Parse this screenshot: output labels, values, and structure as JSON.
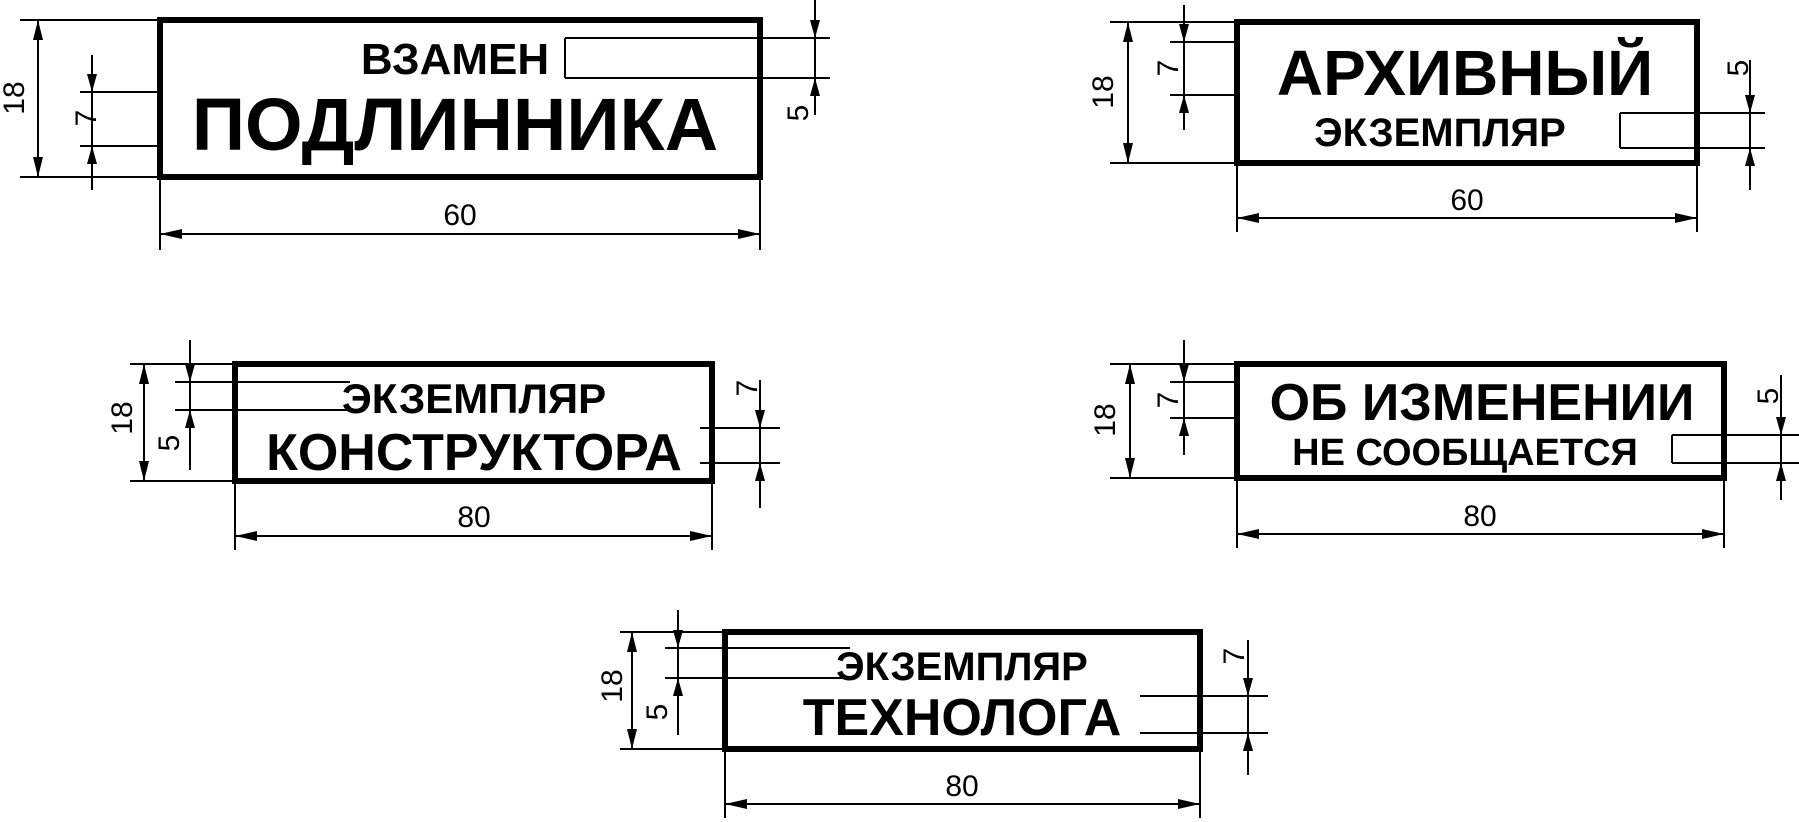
{
  "stamps": [
    {
      "id": "vzamen-podlinnika",
      "line1": "ВЗАМЕН",
      "line2": "ПОДЛИННИКА",
      "width_label": "60",
      "height_label": "18",
      "left_dims": [
        "7"
      ],
      "right_dims": [
        "5"
      ]
    },
    {
      "id": "arkhivnyi-ekzemplyar",
      "line1": "АРХИВНЫЙ",
      "line2": "ЭКЗЕМПЛЯР",
      "width_label": "60",
      "height_label": "18",
      "left_dims": [
        "7"
      ],
      "right_dims": [
        "5"
      ]
    },
    {
      "id": "ekzemplyar-konstruktora",
      "line1": "ЭКЗЕМПЛЯР",
      "line2": "КОНСТРУКТОРА",
      "width_label": "80",
      "height_label": "18",
      "left_dims": [
        "5"
      ],
      "right_dims": [
        "7"
      ]
    },
    {
      "id": "ob-izmenenii",
      "line1": "ОБ ИЗМЕНЕНИИ",
      "line2": "НЕ СООБЩАЕТСЯ",
      "width_label": "80",
      "height_label": "18",
      "left_dims": [
        "7"
      ],
      "right_dims": [
        "5"
      ]
    },
    {
      "id": "ekzemplyar-tekhnologa",
      "line1": "ЭКЗЕМПЛЯР",
      "line2": "ТЕХНОЛОГА",
      "width_label": "80",
      "height_label": "18",
      "left_dims": [
        "5"
      ],
      "right_dims": [
        "7"
      ]
    }
  ]
}
